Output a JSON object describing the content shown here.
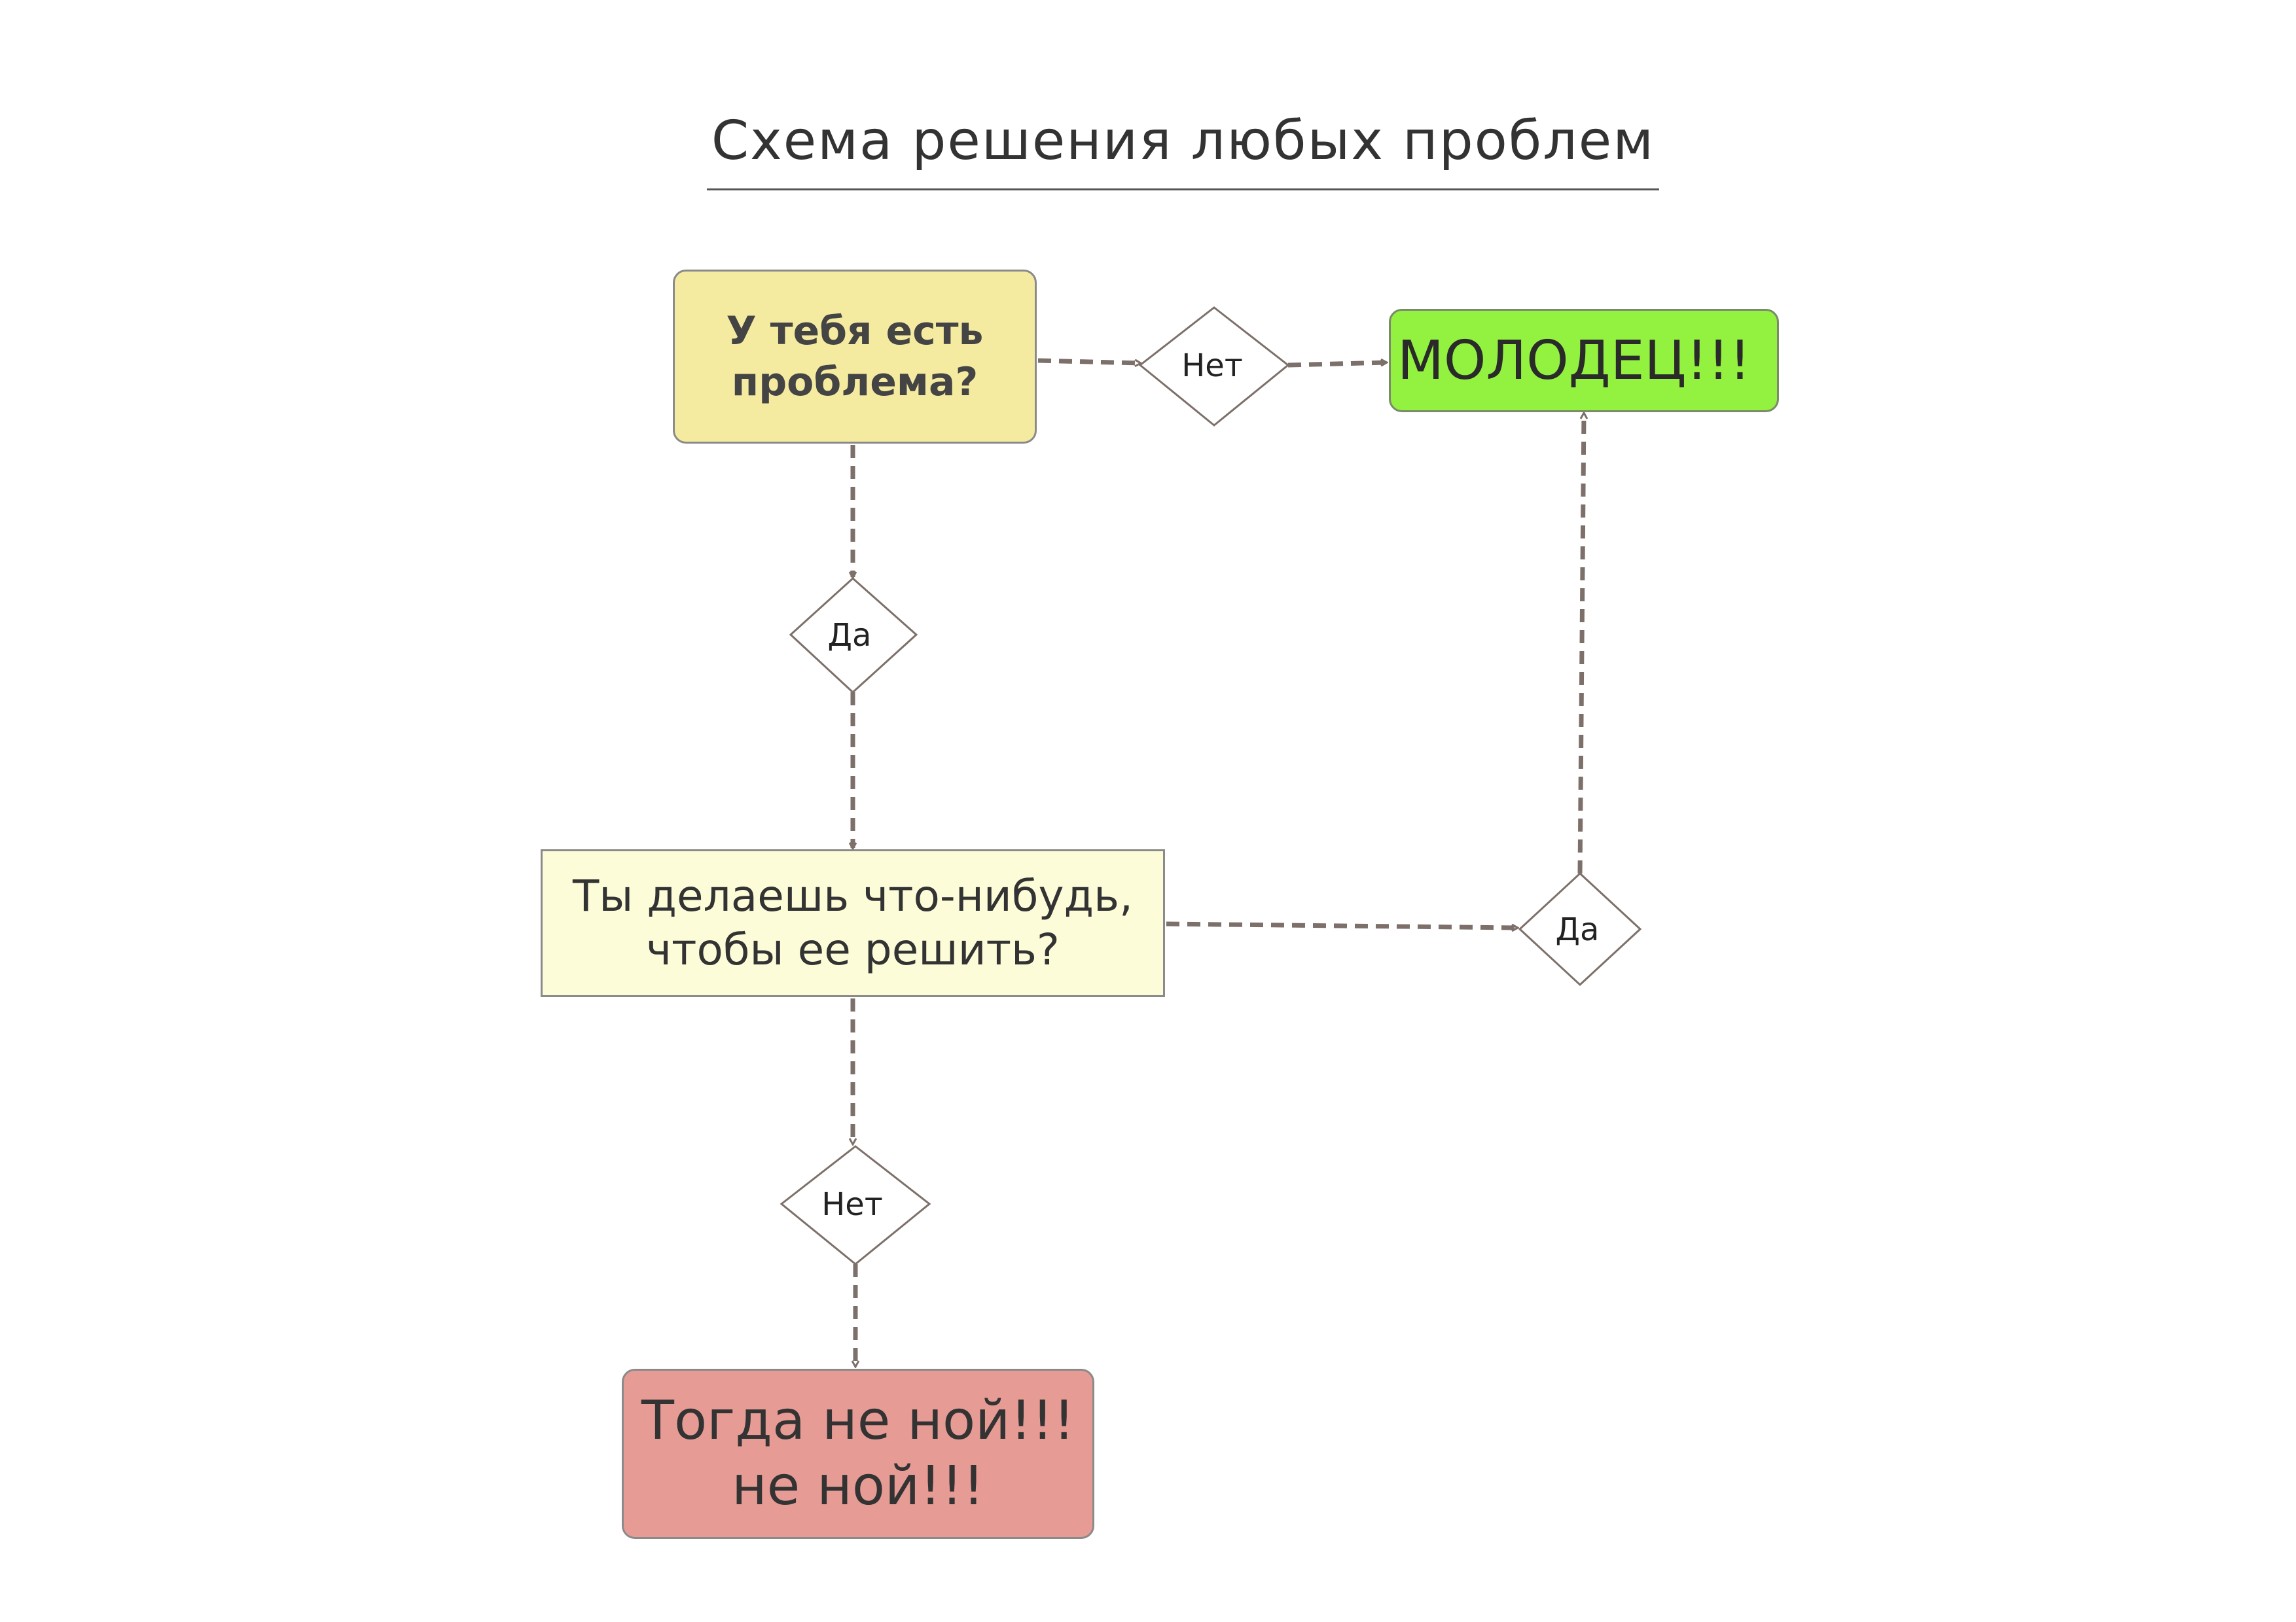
{
  "title": "Схема решения любых проблем",
  "nodes": {
    "start": "У тебя есть\nпроблема?",
    "action": "Ты делаешь что-нибудь,\nчтобы ее решить?",
    "good": "МОЛОДЕЦ!!!",
    "bad": "Тогда не ной!!!\nне ной!!!"
  },
  "decisions": {
    "start_no": "Нет",
    "start_yes": "Да",
    "action_yes": "Да",
    "action_no": "Нет"
  },
  "colors": {
    "start_fill": "#f5eba0",
    "action_fill": "#fcfcd8",
    "good_fill": "#93f140",
    "bad_fill": "#e79b95",
    "connector": "#7d706a"
  }
}
